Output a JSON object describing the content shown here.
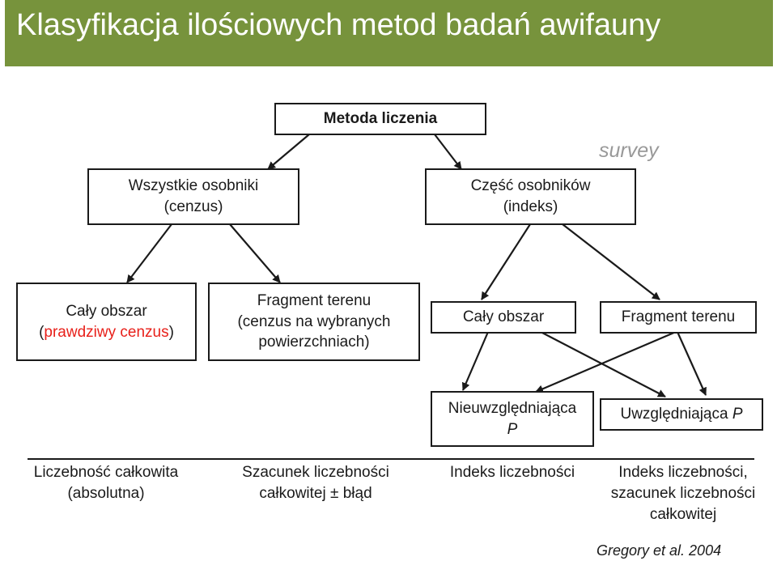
{
  "header": {
    "title": "Klasyfikacja ilościowych metod badań awifauny"
  },
  "survey_label": "survey",
  "boxes": {
    "root": "Metoda liczenia",
    "all_line1": "Wszystkie osobniki",
    "all_line2": "(cenzus)",
    "part_line1": "Część osobników",
    "part_line2": "(indeks)",
    "whole_area_line1": "Cały obszar",
    "whole_area_open": "(",
    "whole_area_red": "prawdziwy cenzus",
    "whole_area_close": ")",
    "fragment_cenzus_line1": "Fragment terenu",
    "fragment_cenzus_line2": "(cenzus na wybranych",
    "fragment_cenzus_line3": "powierzchniach)",
    "index_whole_area": "Cały obszar",
    "index_fragment": "Fragment terenu",
    "not_considering_line1": "Nieuwzględniająca",
    "not_considering_line2": "P",
    "considering_text": "Uwzględniająca ",
    "considering_p": "P"
  },
  "results": {
    "r1_line1": "Liczebność całkowita",
    "r1_line2": "(absolutna)",
    "r2_line1": "Szacunek liczebności",
    "r2_line2": "całkowitej ± błąd",
    "r3_line1": "Indeks liczebności",
    "r4_line1": "Indeks liczebności,",
    "r4_line2": "szacunek liczebności",
    "r4_line3": "całkowitej"
  },
  "credit": "Gregory et al. 2004",
  "colors": {
    "header_bg": "#77933c",
    "census_red": "#e8201a",
    "survey_grey": "#999999"
  }
}
